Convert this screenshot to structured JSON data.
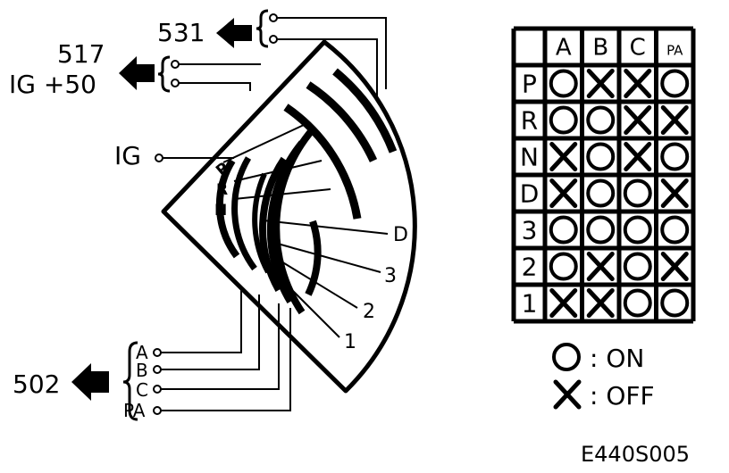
{
  "outputs": {
    "top": "531",
    "mid_a": "517",
    "mid_b": "IG +50",
    "ig": "IG",
    "bottom": "502"
  },
  "inner_labels": [
    "P",
    "R",
    "N"
  ],
  "range_labels": [
    "D",
    "3",
    "2",
    "1"
  ],
  "wires": [
    "A",
    "B",
    "C",
    "PA"
  ],
  "table": {
    "columns": [
      "A",
      "B",
      "C",
      "PA"
    ],
    "rows": [
      {
        "pos": "P",
        "states": [
          "O",
          "X",
          "X",
          "O"
        ]
      },
      {
        "pos": "R",
        "states": [
          "O",
          "O",
          "X",
          "X"
        ]
      },
      {
        "pos": "N",
        "states": [
          "X",
          "O",
          "X",
          "O"
        ]
      },
      {
        "pos": "D",
        "states": [
          "X",
          "O",
          "O",
          "X"
        ]
      },
      {
        "pos": "3",
        "states": [
          "O",
          "O",
          "O",
          "O"
        ]
      },
      {
        "pos": "2",
        "states": [
          "O",
          "X",
          "O",
          "X"
        ]
      },
      {
        "pos": "1",
        "states": [
          "X",
          "X",
          "O",
          "O"
        ]
      }
    ]
  },
  "legend": {
    "on": ": ON",
    "off": ": OFF"
  },
  "code": "E440S005"
}
